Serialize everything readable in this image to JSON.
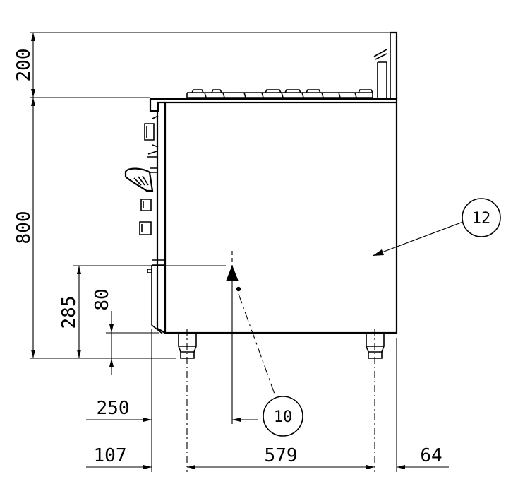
{
  "dimensions": {
    "height_top": "200",
    "height_main": "800",
    "height_285": "285",
    "height_80": "80",
    "width_250": "250",
    "width_107": "107",
    "width_579": "579",
    "width_64": "64"
  },
  "callouts": {
    "part_10": "10",
    "part_12": "12"
  }
}
